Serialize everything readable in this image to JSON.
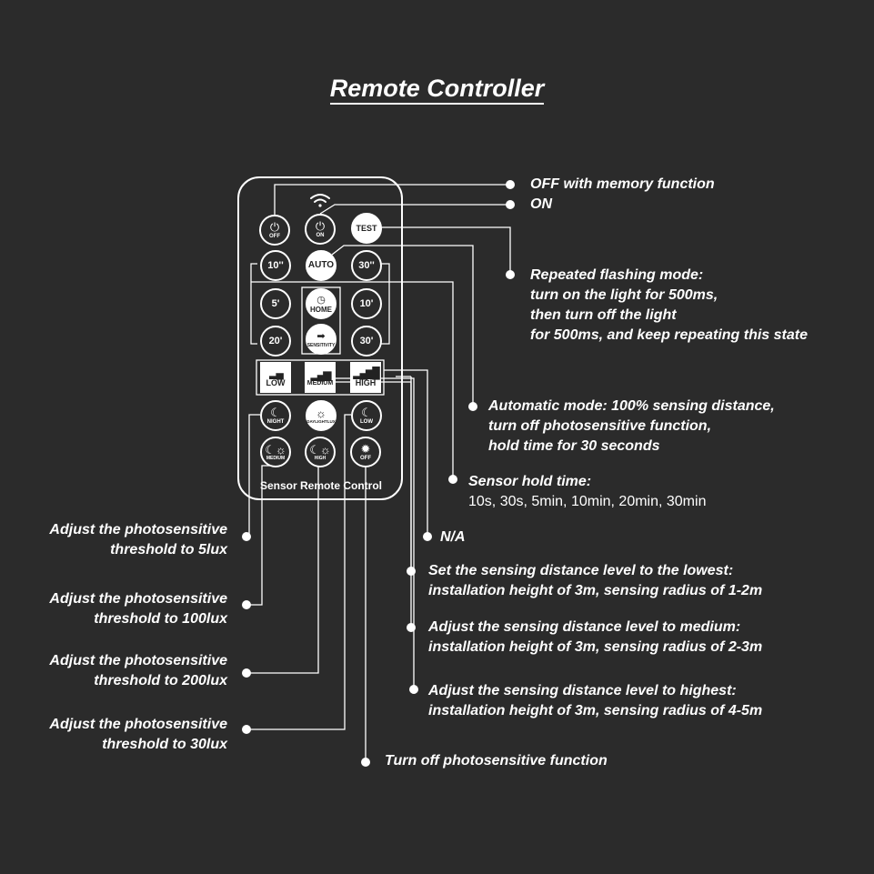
{
  "title": "Remote Controller",
  "remote": {
    "label": "Sensor Remote Control",
    "buttons": {
      "off": {
        "label": "OFF"
      },
      "on": {
        "label": "ON"
      },
      "test": {
        "label": "TEST"
      },
      "t10s": {
        "label": "10''"
      },
      "auto": {
        "label": "AUTO"
      },
      "t30s": {
        "label": "30''"
      },
      "t5m": {
        "label": "5'"
      },
      "home": {
        "label": "HOME"
      },
      "t10m": {
        "label": "10'"
      },
      "t20m": {
        "label": "20'"
      },
      "sensitivity": {
        "label": "SENSITIVITY"
      },
      "t30m": {
        "label": "30'"
      },
      "low": {
        "label": "LOW"
      },
      "medium": {
        "label": "MEDIUM"
      },
      "high": {
        "label": "HIGH"
      },
      "night": {
        "label": "NIGHT"
      },
      "daylight": {
        "label": "DAYLIGHTLUX"
      },
      "lux_low": {
        "label": "LOW"
      },
      "lux_medium": {
        "label": "MEDIUM"
      },
      "lux_high": {
        "label": "HIGH"
      },
      "lux_off": {
        "label": "OFF"
      }
    }
  },
  "annotations": {
    "off_memory": "OFF with memory function",
    "on": "ON",
    "flashing": [
      "Repeated flashing mode:",
      "turn on the light for 500ms,",
      "then turn off the light",
      "for 500ms, and keep repeating this state"
    ],
    "auto": [
      "Automatic mode: 100% sensing distance,",
      "turn off photosensitive function,",
      "hold time for 30 seconds"
    ],
    "hold_title": "Sensor hold time:",
    "hold_values": "10s, 30s, 5min, 10min, 20min, 30min",
    "na": "N/A",
    "low": [
      "Set the sensing distance level to the lowest:",
      "installation height of 3m, sensing radius of 1-2m"
    ],
    "medium": [
      "Adjust the sensing distance level to medium:",
      "installation height of 3m, sensing radius of 2-3m"
    ],
    "high": [
      "Adjust the sensing distance level to highest:",
      "installation height of 3m, sensing radius of 4-5m"
    ],
    "photo_off": "Turn off photosensitive function",
    "lux5": [
      "Adjust the photosensitive",
      "threshold to 5lux"
    ],
    "lux100": [
      "Adjust the photosensitive",
      "threshold to 100lux"
    ],
    "lux200": [
      "Adjust the photosensitive",
      "threshold to 200lux"
    ],
    "lux30": [
      "Adjust the photosensitive",
      "threshold to 30lux"
    ]
  }
}
